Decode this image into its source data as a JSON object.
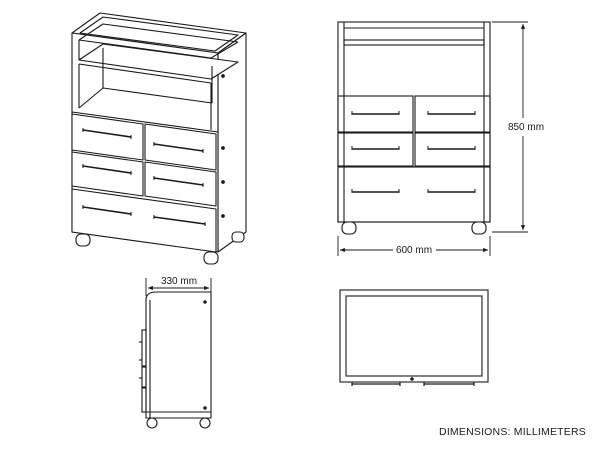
{
  "dimensions": {
    "height": "850 mm",
    "width": "600 mm",
    "depth": "330 mm"
  },
  "units_note": "DIMENSIONS: MILLIMETERS",
  "colors": {
    "line": "#1a1a1a",
    "background": "#ffffff"
  }
}
